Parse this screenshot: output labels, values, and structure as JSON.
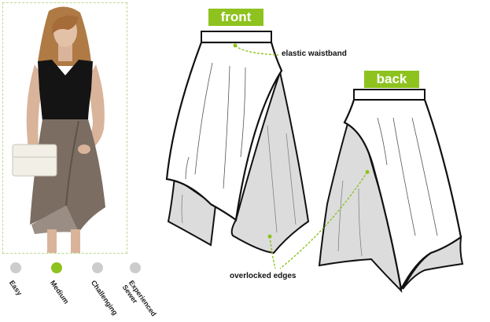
{
  "labels": {
    "front": "front",
    "back": "back",
    "elastic_waistband": "elastic waistband",
    "overlocked_edges": "overlocked edges"
  },
  "difficulty": {
    "selected": "Medium",
    "levels": [
      {
        "line1": "Easy",
        "line2": "",
        "color": "#cccccc"
      },
      {
        "line1": "Medium",
        "line2": "",
        "color": "#8ec21f"
      },
      {
        "line1": "Challenging",
        "line2": "",
        "color": "#cccccc"
      },
      {
        "line1": "Experienced",
        "line2": "Sewer",
        "color": "#cccccc"
      }
    ]
  },
  "colors": {
    "accent_green": "#8ec21f",
    "inactive_dot": "#cccccc",
    "lining_grey": "#dcdcdc"
  }
}
